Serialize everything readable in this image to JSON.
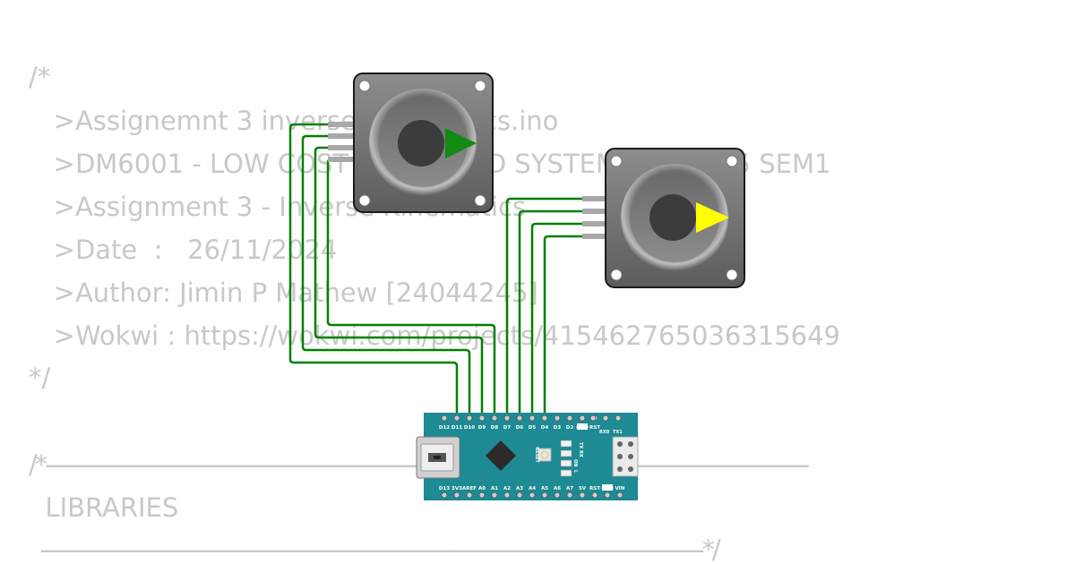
{
  "code_comment": {
    "lines": [
      "/*",
      "   >Assignemnt 3 inverse_kinematics.ino",
      "   >DM6001 - LOW COST EMBEDDED SYSTEMS 2024/25 SEM1",
      "   >Assignment 3 - Inverse Kinematics",
      "   >Date  :   26/11/2024",
      "   >Author: Jimin P Mathew [24044245]",
      "   >Wokwi : https://wokwi.com/projects/415462765036315649",
      "*/"
    ],
    "section_open": "/*------------------------------------------------------------------------------------------------------------------",
    "section_title": "  LIBRARIES",
    "section_close": "  ---------------------------------------------------------------------------------------------------*/"
  },
  "components": {
    "stepper_1": {
      "pointer_color": "#138a13"
    },
    "stepper_2": {
      "pointer_color": "#ffff00"
    },
    "arduino_nano": {
      "board_color": "#1d8a94",
      "top_pins": [
        "D12",
        "D11",
        "D10",
        "D9",
        "D8",
        "D7",
        "D6",
        "D5",
        "D4",
        "D3",
        "D2",
        "GND",
        "RST"
      ],
      "bottom_pins": [
        "D13",
        "3V3",
        "AREF",
        "A0",
        "A1",
        "A2",
        "A3",
        "A4",
        "A5",
        "A6",
        "A7",
        "5V",
        "RST",
        "GND",
        "VIN"
      ],
      "labels": {
        "rx0": "RX0",
        "tx1": "TX1",
        "reset": "RESET",
        "tx": "TX",
        "rx": "RX",
        "on": "ON",
        "l": "L"
      }
    }
  },
  "wire_color": "#008000"
}
